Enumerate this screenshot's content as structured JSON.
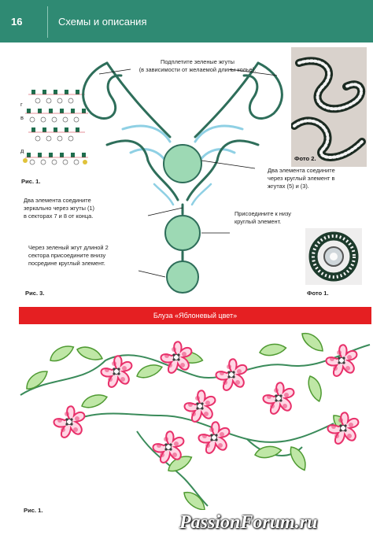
{
  "header": {
    "page_number": "16",
    "section_title": "Схемы и описания"
  },
  "top": {
    "note_top": [
      "Подплетите зеленые жгуты",
      "(в зависимости от желаемой длины колье)."
    ],
    "note_right": [
      "Два элемента соедините",
      "через круглый элемент в",
      "жгутах (5) и (3)."
    ],
    "note_left": [
      "Два элемента соедините",
      "зеркально через жгуты (1)",
      "в секторах 7 и 8 от конца."
    ],
    "note_mid": [
      "Присоедините к низу",
      "круглый элемент."
    ],
    "note_bottom": [
      "Через зеленый жгут длиной 2",
      "сектора присоедините внизу",
      "посредине круглый элемент."
    ],
    "schema_labels": [
      "г",
      "в",
      "д"
    ],
    "cap_fig1": "Рис. 1.",
    "cap_fig3": "Рис. 3.",
    "cap_photo2": "Фото 2.",
    "cap_photo1": "Фото 1."
  },
  "banner": {
    "title": "Блуза «Яблоневый цвет»"
  },
  "bottom": {
    "cap_fig1": "Рис. 1."
  },
  "watermark": "PassionForum.ru",
  "colors": {
    "header": "#2f8a73",
    "banner": "#e51f22",
    "bead_green": "#1f6e4e",
    "petal_pink": "#e8306a",
    "leaf_green": "#7cc35a"
  }
}
